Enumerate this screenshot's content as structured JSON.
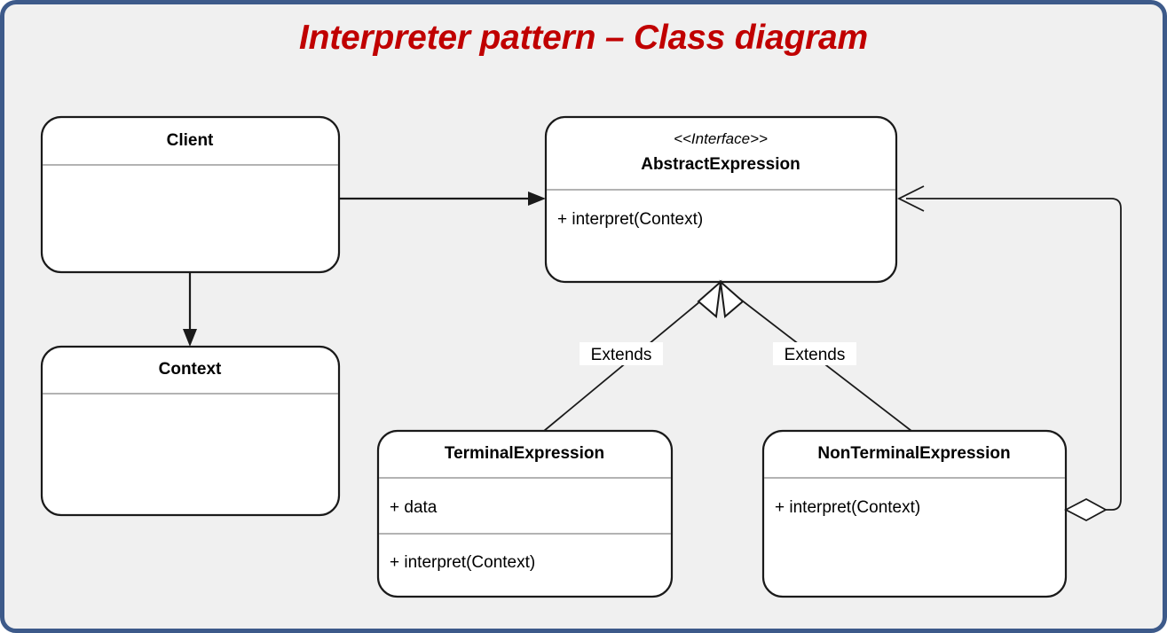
{
  "slide": {
    "title": "Interpreter pattern – Class diagram",
    "background_color": "#f0f0f0",
    "border_color": "#3d5a8a",
    "title_color": "#c00000"
  },
  "diagram": {
    "type": "uml-class-diagram",
    "classes": [
      {
        "id": "client",
        "name": "Client",
        "stereotype": "",
        "attributes": [],
        "methods": []
      },
      {
        "id": "abstract-expression",
        "name": "AbstractExpression",
        "stereotype": "<<Interface>>",
        "attributes": [],
        "methods": [
          "+ interpret(Context)"
        ]
      },
      {
        "id": "context",
        "name": "Context",
        "stereotype": "",
        "attributes": [],
        "methods": []
      },
      {
        "id": "terminal-expression",
        "name": "TerminalExpression",
        "stereotype": "",
        "attributes": [
          "+ data"
        ],
        "methods": [
          "+ interpret(Context)"
        ]
      },
      {
        "id": "nonterminal-expression",
        "name": "NonTerminalExpression",
        "stereotype": "",
        "attributes": [],
        "methods": [
          "+ interpret(Context)"
        ]
      }
    ],
    "relationships": [
      {
        "id": "client-to-abstractexpression",
        "from": "Client",
        "to": "AbstractExpression",
        "kind": "association",
        "arrow": "filled-arrowhead",
        "label": ""
      },
      {
        "id": "client-to-context",
        "from": "Client",
        "to": "Context",
        "kind": "association",
        "arrow": "filled-arrowhead",
        "label": ""
      },
      {
        "id": "terminalexpression-extends-abstractexpression",
        "from": "TerminalExpression",
        "to": "AbstractExpression",
        "kind": "generalization",
        "arrow": "hollow-triangle",
        "label": "Extends"
      },
      {
        "id": "nonterminalexpression-extends-abstractexpression",
        "from": "NonTerminalExpression",
        "to": "AbstractExpression",
        "kind": "generalization",
        "arrow": "hollow-triangle",
        "label": "Extends"
      },
      {
        "id": "nonterminalexpression-aggregates-abstractexpression",
        "from": "NonTerminalExpression",
        "to": "AbstractExpression",
        "kind": "aggregation",
        "arrow": "hollow-diamond-and-open-arrow",
        "label": ""
      }
    ],
    "edge_labels": {
      "extends_left": "Extends",
      "extends_right": "Extends"
    }
  }
}
